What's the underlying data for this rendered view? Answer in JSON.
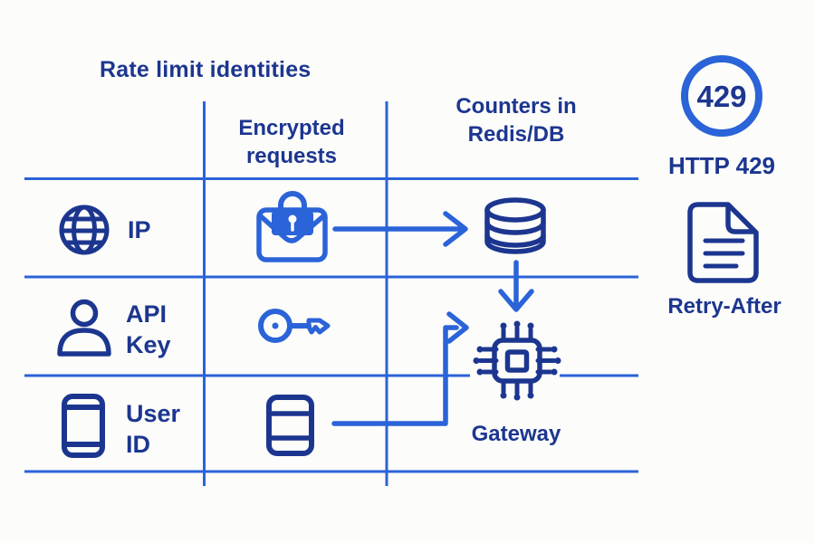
{
  "colors": {
    "background": "#fcfcfa",
    "line_blue": "#2b63d8",
    "navy": "#1c3690"
  },
  "title": "Rate limit identities",
  "table": {
    "column_headers": [
      "Encrypted requests",
      "Counters in Redis/DB"
    ],
    "rows": [
      {
        "label": "IP",
        "identity_icon": "globe-icon",
        "request_icon": "encrypted-mail-icon"
      },
      {
        "label": "API Key",
        "identity_icon": "user-icon",
        "request_icon": "key-icon"
      },
      {
        "label": "User ID",
        "identity_icon": "smartphone-icon",
        "request_icon": "id-card-icon"
      }
    ]
  },
  "flow": {
    "counter_icon": "database-icon",
    "gateway_icon": "chip-icon",
    "gateway_label": "Gateway"
  },
  "status": {
    "badge_value": "429",
    "badge_caption": "HTTP 429",
    "document_icon": "document-icon",
    "document_label": "Retry-After"
  }
}
